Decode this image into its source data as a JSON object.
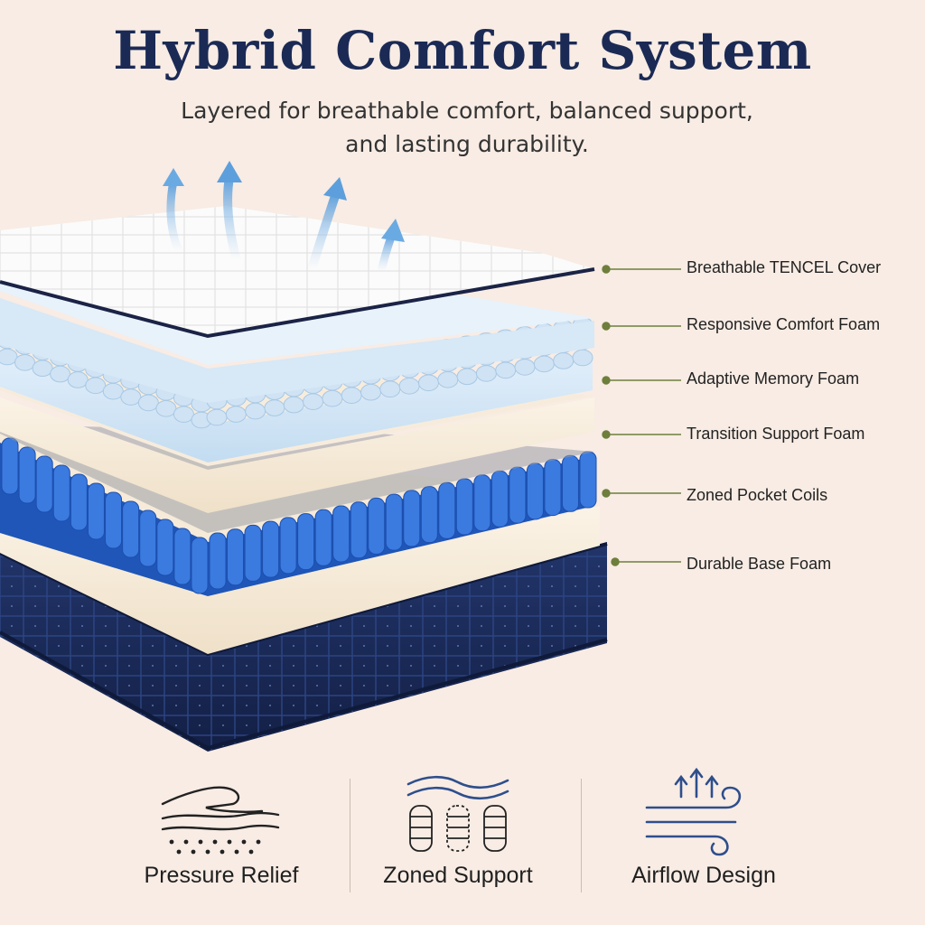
{
  "header": {
    "title": "Hybrid Comfort System",
    "subtitle_line1": "Layered for breathable comfort, balanced support,",
    "subtitle_line2": "and lasting durability."
  },
  "layers": [
    {
      "label": "Breathable TENCEL Cover"
    },
    {
      "label": "Responsive Comfort Foam"
    },
    {
      "label": "Adaptive Memory Foam"
    },
    {
      "label": "Transition Support Foam"
    },
    {
      "label": "Zoned Pocket Coils"
    },
    {
      "label": "Durable Base Foam"
    }
  ],
  "features": [
    {
      "label": "Pressure Relief",
      "icon": "pressure-relief-icon"
    },
    {
      "label": "Zoned Support",
      "icon": "zoned-support-icon"
    },
    {
      "label": "Airflow Design",
      "icon": "airflow-icon"
    }
  ],
  "colors": {
    "background": "#f8ece4",
    "title": "#1b2a55",
    "callout_dot": "#6e7e3c",
    "coil_blue": "#2f6fd6",
    "base_navy": "#1a2c5b",
    "icon_blue": "#2e4e8c"
  }
}
